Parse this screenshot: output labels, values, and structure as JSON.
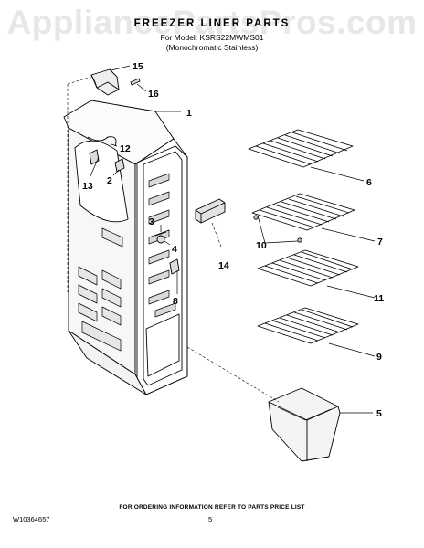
{
  "watermark": "AppliancePartsPros.com",
  "header": {
    "title": "FREEZER LINER PARTS",
    "model_line": "For Model: KSRS22MWMS01",
    "model_variant": "(Monochromatic Stainless)"
  },
  "callouts": [
    "1",
    "2",
    "3",
    "4",
    "5",
    "6",
    "7",
    "8",
    "9",
    "10",
    "11",
    "12",
    "13",
    "14",
    "15",
    "16"
  ],
  "footer": {
    "ordering_note": "FOR ORDERING INFORMATION REFER TO PARTS PRICE LIST",
    "doc_number": "W10364657",
    "page_number": "5"
  }
}
